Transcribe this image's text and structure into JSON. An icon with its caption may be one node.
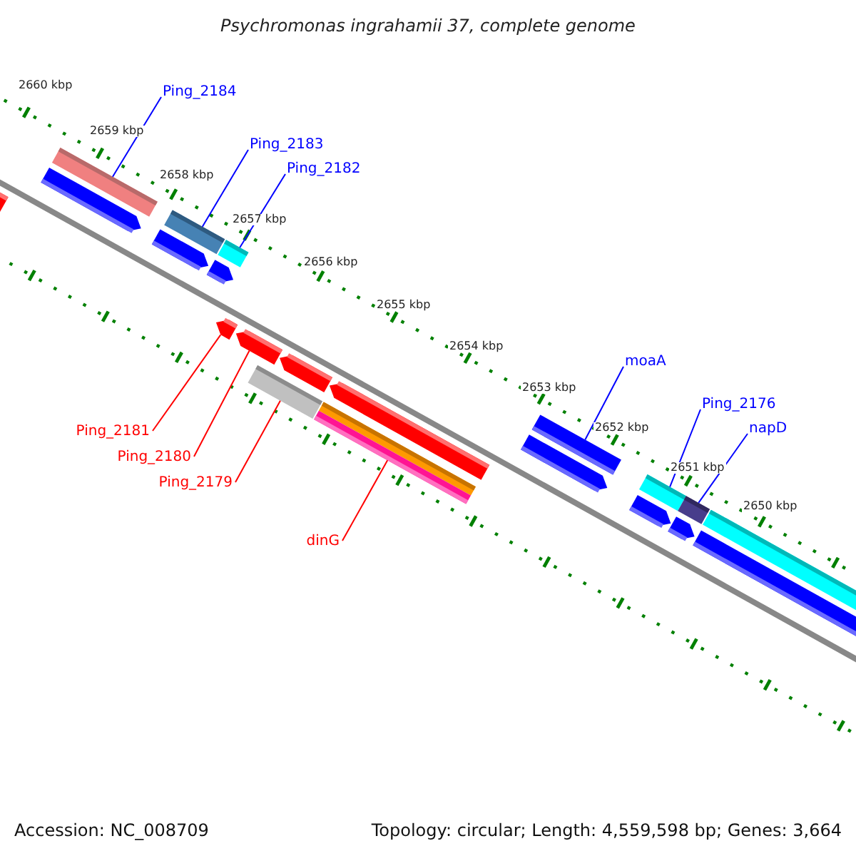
{
  "diagram": {
    "title": "Psychromonas ingrahamii 37, complete genome",
    "nodes": [
      {
        "text": [
          "Ping_2184"
        ]
      },
      {
        "text": [],
        "shape": "bar"
      },
      {
        "text": [
          "Ping_2183"
        ]
      },
      {
        "text": [],
        "shape": "bar"
      },
      {
        "text": [
          "Ping_2182"
        ]
      },
      {
        "text": [],
        "shape": "bar"
      },
      {
        "text": [
          "Ping_2181"
        ]
      },
      {
        "text": [],
        "shape": "bar"
      },
      {
        "text": [
          "Ping_2180"
        ]
      },
      {
        "text": [],
        "shape": "bar"
      },
      {
        "text": [
          "Ping_2179"
        ]
      },
      {
        "text": [],
        "shape": "bar"
      },
      {
        "text": [
          "dinG"
        ]
      },
      {
        "text": [],
        "shape": "bar"
      },
      {
        "text": [
          "moaA"
        ]
      },
      {
        "text": [],
        "shape": "bar"
      },
      {
        "text": [
          "Ping_2176"
        ]
      },
      {
        "text": [],
        "shape": "bar"
      },
      {
        "text": [
          "napD"
        ]
      },
      {
        "text": [],
        "shape": "bar"
      }
    ],
    "edges": [
      {
        "from": 0,
        "to": 1,
        "arrow": "none"
      },
      {
        "from": 2,
        "to": 3,
        "arrow": "none"
      },
      {
        "from": 4,
        "to": 5,
        "arrow": "none"
      },
      {
        "from": 6,
        "to": 7,
        "arrow": "none",
        "color": "#ff0000"
      },
      {
        "from": 8,
        "to": 9,
        "arrow": "none",
        "color": "#ff0000"
      },
      {
        "from": 10,
        "to": 11,
        "arrow": "none",
        "color": "#ff0000"
      },
      {
        "from": 12,
        "to": 13,
        "arrow": "none",
        "color": "#ff0000"
      },
      {
        "from": 14,
        "to": 15,
        "arrow": "none"
      },
      {
        "from": 16,
        "to": 17,
        "arrow": "none"
      },
      {
        "from": 18,
        "to": 19,
        "arrow": "none"
      }
    ],
    "labels": [
      "2660 kbp",
      "2659 kbp",
      "2658 kbp",
      "2657 kbp",
      "2656 kbp",
      "2655 kbp",
      "2654 kbp",
      "2653 kbp",
      "2652 kbp",
      "2651 kbp",
      "2650 kbp",
      "Accession: NC_008709",
      "Topology: circular; Length: 4,559,598 bp; Genes: 3,664"
    ]
  }
}
